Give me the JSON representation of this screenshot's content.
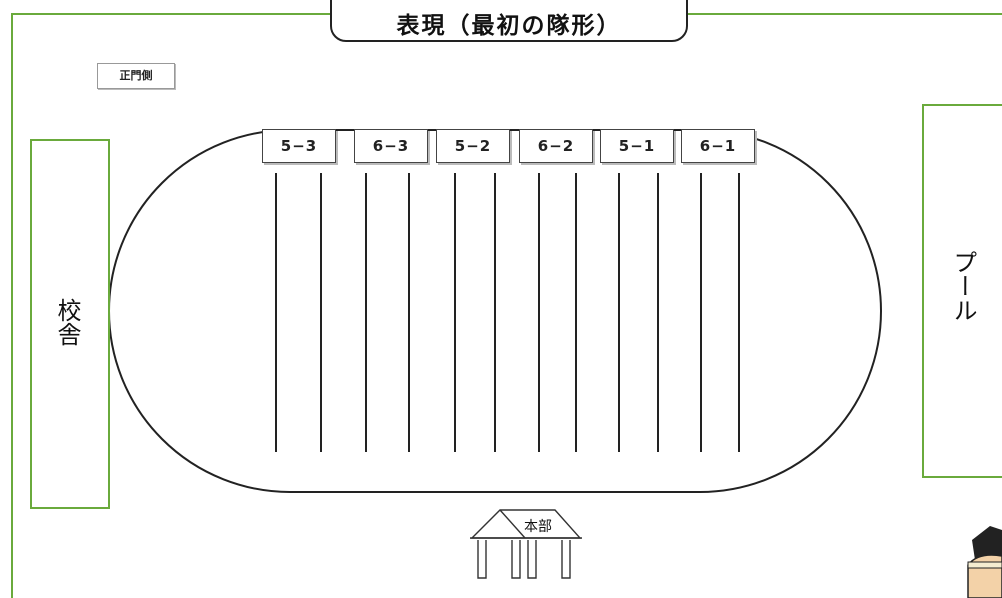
{
  "title": "表現（最初の隊形）",
  "gate_label": "正門側",
  "school_building": "校舎",
  "pool": "プール",
  "hq": "本部",
  "classes": [
    "5−3",
    "6−3",
    "5−2",
    "6−2",
    "5−1",
    "6−1"
  ],
  "colors": {
    "frame": "#6aaa3c",
    "line": "#222222"
  }
}
